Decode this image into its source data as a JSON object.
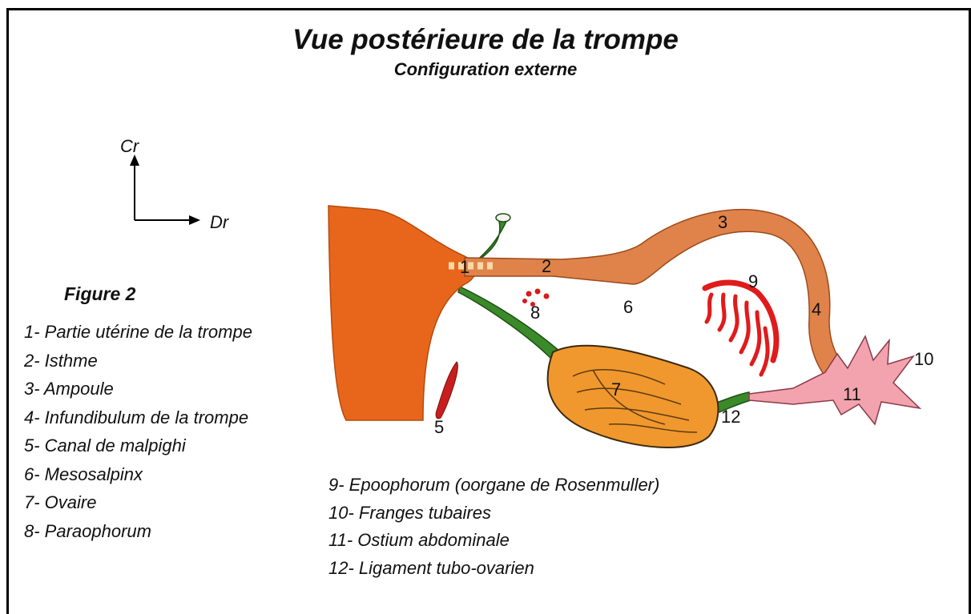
{
  "title": "Vue postérieure de la trompe",
  "subtitle": "Configuration externe",
  "figure_label": "Figure 2",
  "axes": {
    "vertical": "Cr",
    "horizontal": "Dr"
  },
  "legend_left": [
    "1- Partie utérine de la trompe",
    "2- Isthme",
    "3- Ampoule",
    "4- Infundibulum de la trompe",
    "5- Canal de malpighi",
    "6- Mesosalpinx",
    "7- Ovaire",
    "8- Paraophorum"
  ],
  "legend_right": [
    "9- Epoophorum (oorgane de Rosenmuller)",
    "10- Franges tubaires",
    "11- Ostium abdominale",
    "12- Ligament tubo-ovarien"
  ],
  "markers": [
    "1",
    "2",
    "3",
    "4",
    "5",
    "6",
    "7",
    "8",
    "9",
    "10",
    "11",
    "12"
  ],
  "colors": {
    "uterus": "#e8661c",
    "tube": "#e0834a",
    "ovary": "#f0982e",
    "ligament": "#3a8a2a",
    "fimbriae": "#f2a3ae",
    "epoophorum": "#e01b1b"
  }
}
